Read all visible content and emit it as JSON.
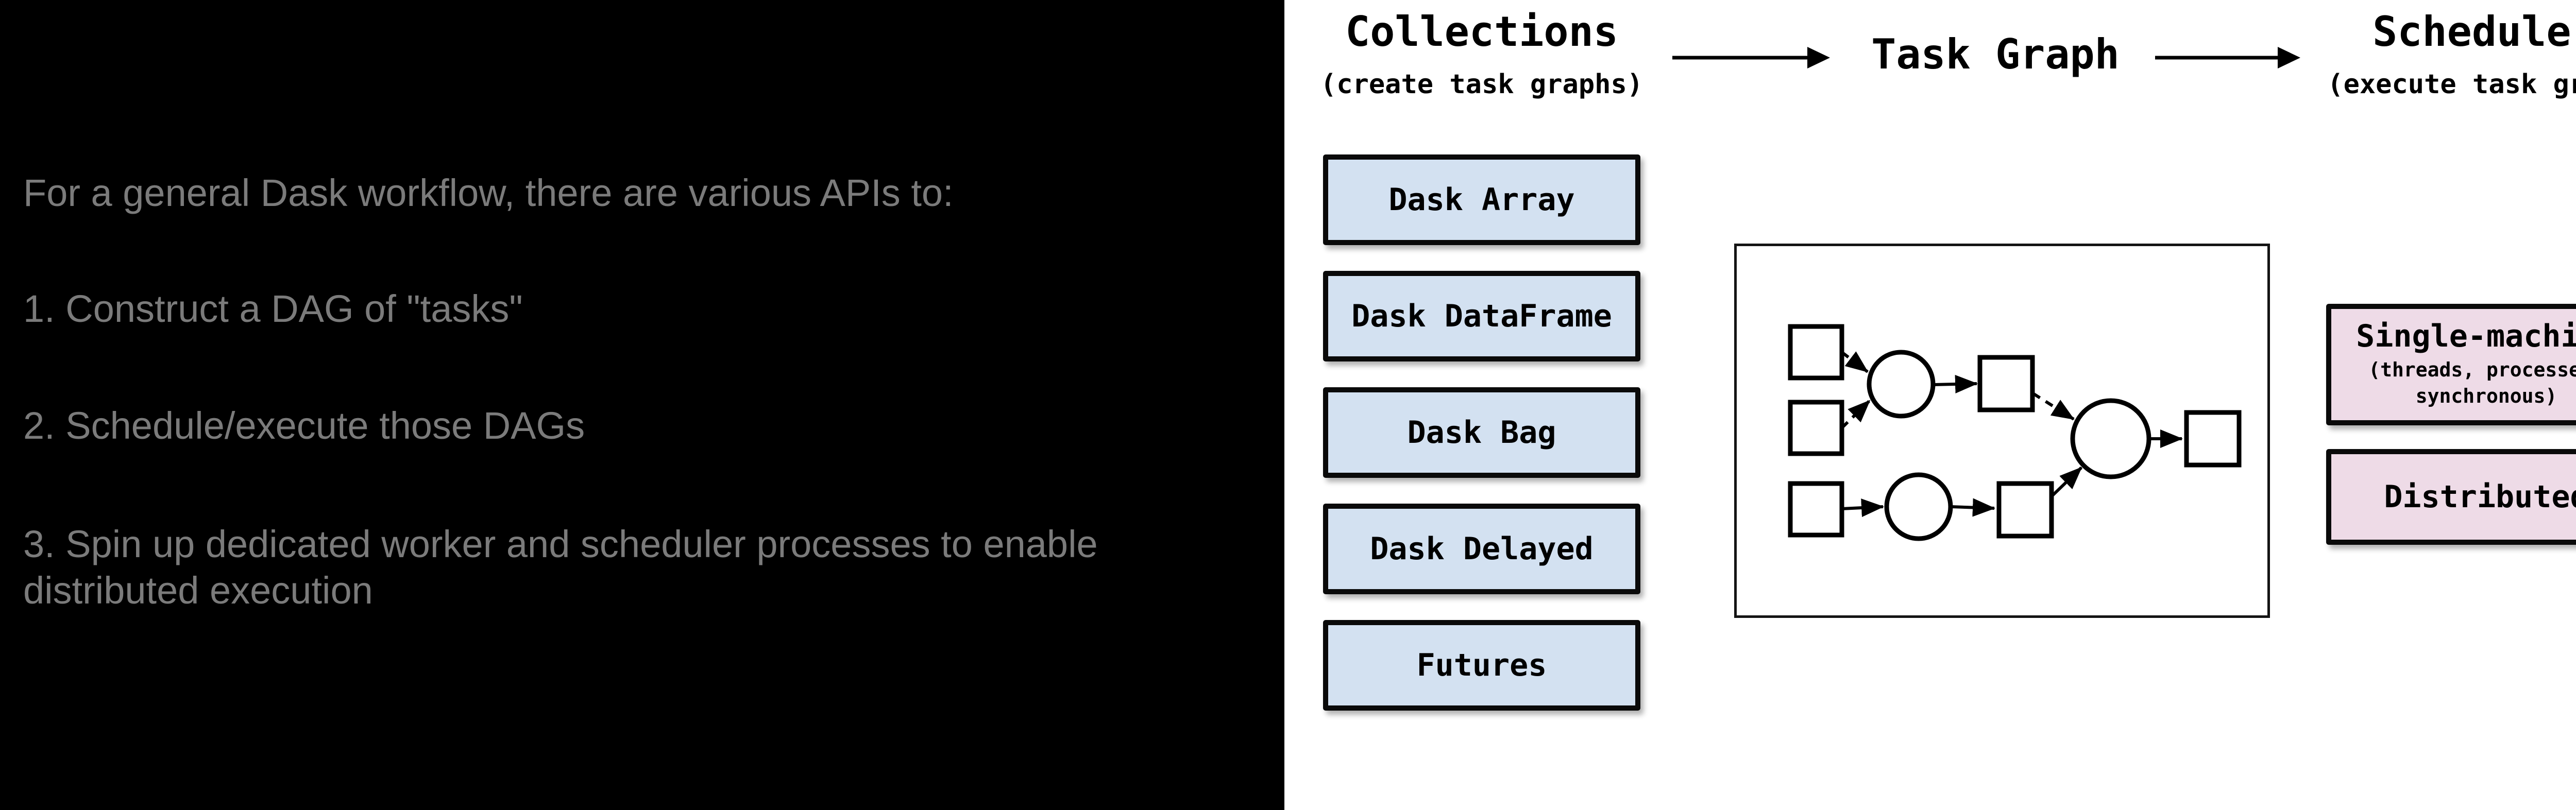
{
  "left": {
    "background": "#000000",
    "text_color": "#7b7b7b",
    "intro": "For a general Dask workflow, there are various APIs to:",
    "items": [
      "1. Construct a DAG of \"tasks\"",
      "2. Schedule/execute those DAGs",
      "3. Spin up dedicated worker and scheduler processes to enable distributed execution"
    ]
  },
  "diagram": {
    "background": "#ffffff",
    "headers": [
      {
        "title": "Collections",
        "subtitle": "(create task graphs)"
      },
      {
        "title": "Task Graph"
      },
      {
        "title": "Schedulers",
        "subtitle": "(execute task graphs)"
      }
    ],
    "flow_arrows": [
      "collections-to-task-graph",
      "task-graph-to-schedulers"
    ],
    "collections": [
      "Dask Array",
      "Dask DataFrame",
      "Dask Bag",
      "Dask Delayed",
      "Futures"
    ],
    "schedulers": [
      {
        "title": "Single-machine",
        "subtitle_lines": [
          "(threads, processes,",
          "synchronous)"
        ]
      },
      {
        "title": "Distributed"
      }
    ],
    "colors": {
      "collection_fill": "#d3e1f1",
      "scheduler_fill": "#eedbe7",
      "box_border": "#0a0a0a",
      "arrow": "#000000"
    },
    "task_graph": {
      "nodes": [
        {
          "id": "sq-in-1",
          "shape": "square"
        },
        {
          "id": "sq-in-2",
          "shape": "square"
        },
        {
          "id": "sq-in-3",
          "shape": "square"
        },
        {
          "id": "circle-1",
          "shape": "circle"
        },
        {
          "id": "sq-mid-1",
          "shape": "square"
        },
        {
          "id": "circle-2",
          "shape": "circle"
        },
        {
          "id": "sq-mid-2",
          "shape": "square"
        },
        {
          "id": "circle-3",
          "shape": "circle"
        },
        {
          "id": "sq-out",
          "shape": "square"
        }
      ],
      "edges": [
        {
          "from": "sq-in-1",
          "to": "circle-1",
          "style": "dashed"
        },
        {
          "from": "sq-in-2",
          "to": "circle-1",
          "style": "dashed"
        },
        {
          "from": "circle-1",
          "to": "sq-mid-1",
          "style": "solid"
        },
        {
          "from": "sq-mid-1",
          "to": "circle-3",
          "style": "dashed"
        },
        {
          "from": "sq-in-3",
          "to": "circle-2",
          "style": "solid"
        },
        {
          "from": "circle-2",
          "to": "sq-mid-2",
          "style": "solid"
        },
        {
          "from": "sq-mid-2",
          "to": "circle-3",
          "style": "solid"
        },
        {
          "from": "circle-3",
          "to": "sq-out",
          "style": "solid"
        }
      ]
    }
  }
}
